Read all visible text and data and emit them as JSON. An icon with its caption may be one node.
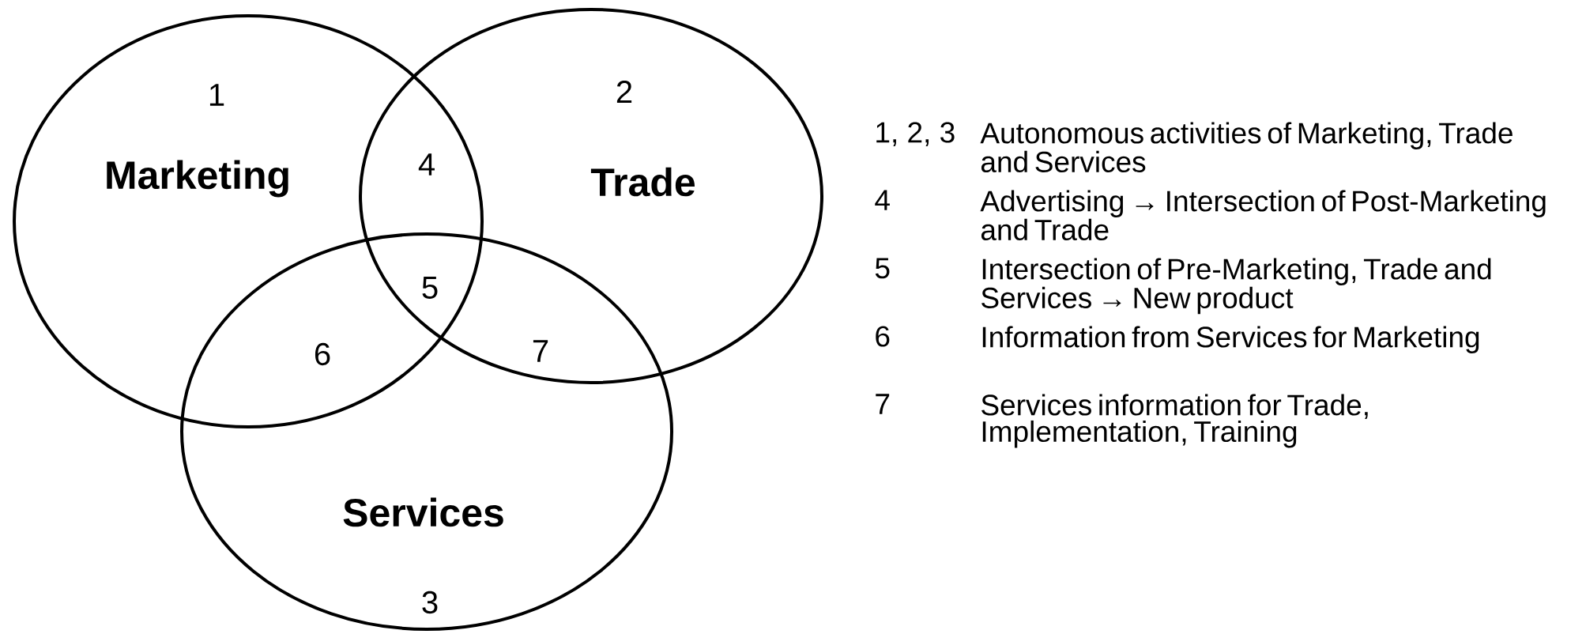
{
  "diagram": {
    "nodes": [
      {
        "text": [
          "1",
          "Marketing"
        ]
      },
      {
        "text": [
          "2",
          "Trade"
        ]
      },
      {
        "text": [
          "Services",
          "3"
        ]
      }
    ],
    "edges": [],
    "labels": [
      "4",
      "5",
      "6",
      "7",
      "1, 2, 3",
      "Autonomous activities of Marketing, Trade and Services",
      "4",
      "Advertising → Intersection of Post-Marketing and Trade",
      "5",
      "Intersection of Pre-Marketing, Trade and Services → New product",
      "6",
      "Information from Services for Marketing",
      "7",
      "Services information for Trade, Implementation, Training"
    ]
  }
}
